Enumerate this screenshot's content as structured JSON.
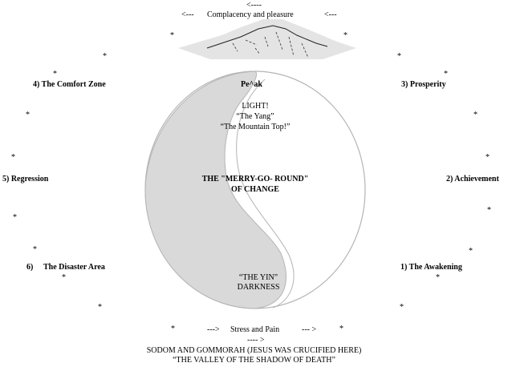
{
  "top": {
    "arrow_small": "<----",
    "arrow_left": "<---",
    "caption": "Complacency and pleasure",
    "arrow_right": "<---"
  },
  "stages": {
    "peak": "Pe^ak",
    "comfort_zone": "4) The Comfort Zone",
    "prosperity": "3) Prosperity",
    "regression": "5) Regression",
    "achievement": "2) Achievement",
    "disaster_area_num": "6)",
    "disaster_area": "The Disaster Area",
    "awakening": "1) The Awakening"
  },
  "yang": {
    "light": "LIGHT!",
    "name": "“The Yang”",
    "mountain_top": "“The Mountain Top!”"
  },
  "center": {
    "line1": "THE \"MERRY-GO- ROUND\"",
    "line2": "OF CHANGE"
  },
  "yin": {
    "name": "“THE YIN”",
    "darkness": "DARKNESS"
  },
  "bottom": {
    "arrow_left": "--->",
    "caption": "Stress and Pain",
    "arrow_right": "--- >",
    "arrow_small": "---- >",
    "line1": "SODOM AND GOMMORAH  (JESUS WAS CRUCIFIED HERE)",
    "line2": "“THE VALLEY OF THE SHADOW OF DEATH”"
  },
  "star_glyph": "*",
  "colors": {
    "yin_fill": "#d9d9d9",
    "mountain_fill": "#e4e4e4",
    "outline": "#b4b4b4"
  }
}
